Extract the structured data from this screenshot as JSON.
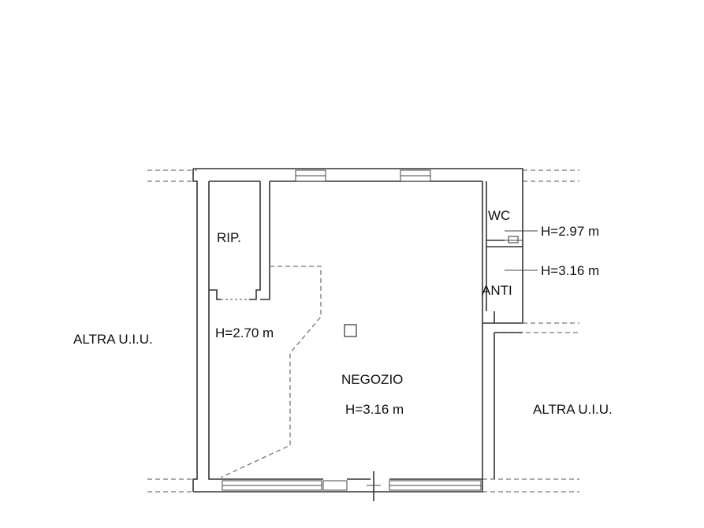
{
  "rooms": {
    "rip": "RIP.",
    "wc": "WC",
    "anti": "ANTI",
    "negozio": "NEGOZIO",
    "negozio_height": "H=3.16 m",
    "loft_height": "H=2.70 m",
    "wc_height": "H=2.97 m",
    "anti_height": "H=3.16 m"
  },
  "neighbors": {
    "left": "ALTRA U.I.U.",
    "right": "ALTRA U.I.U."
  }
}
